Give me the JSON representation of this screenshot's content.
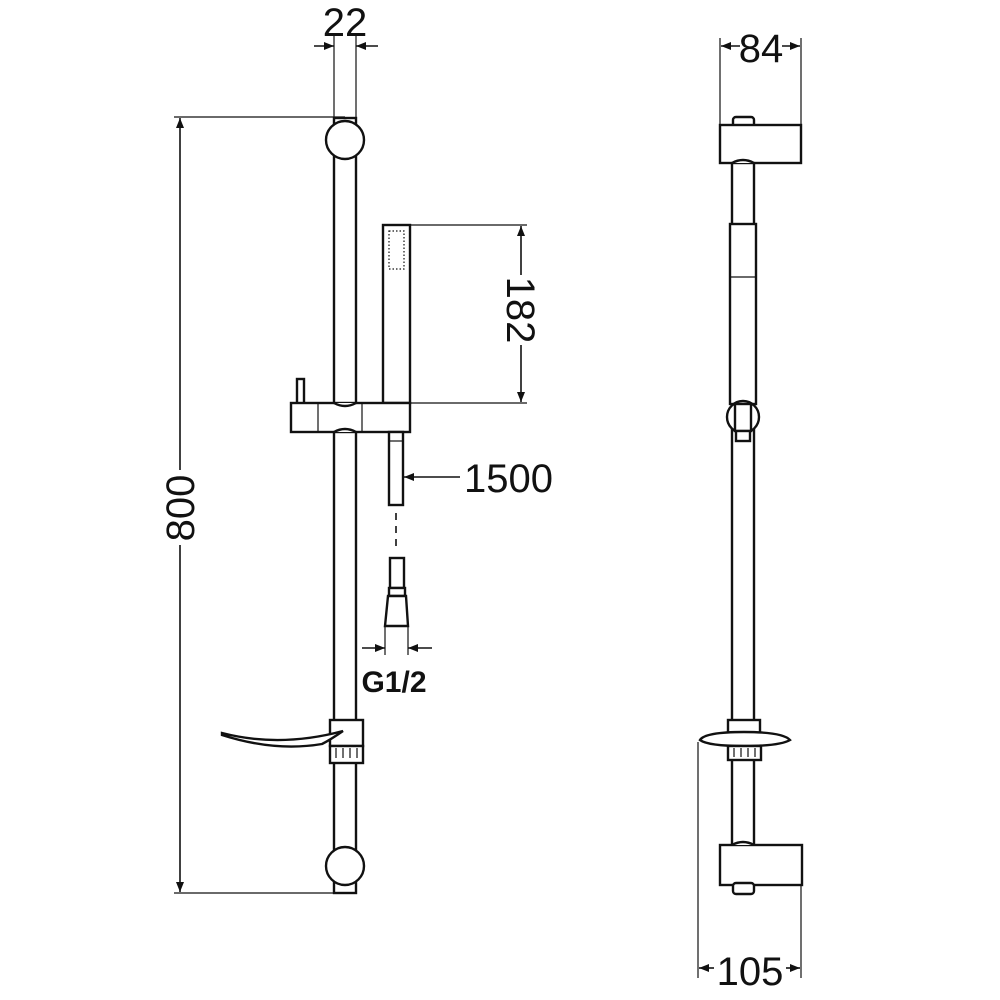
{
  "drawing": {
    "front_view": {
      "dim_rail_diameter": "22",
      "dim_rail_length": "800",
      "dim_hand_shower_length": "182",
      "dim_hose_length": "1500",
      "dim_thread": "G1/2"
    },
    "side_view": {
      "dim_bracket_depth": "84",
      "dim_soap_dish_depth": "105"
    },
    "line_color": "#111111"
  }
}
